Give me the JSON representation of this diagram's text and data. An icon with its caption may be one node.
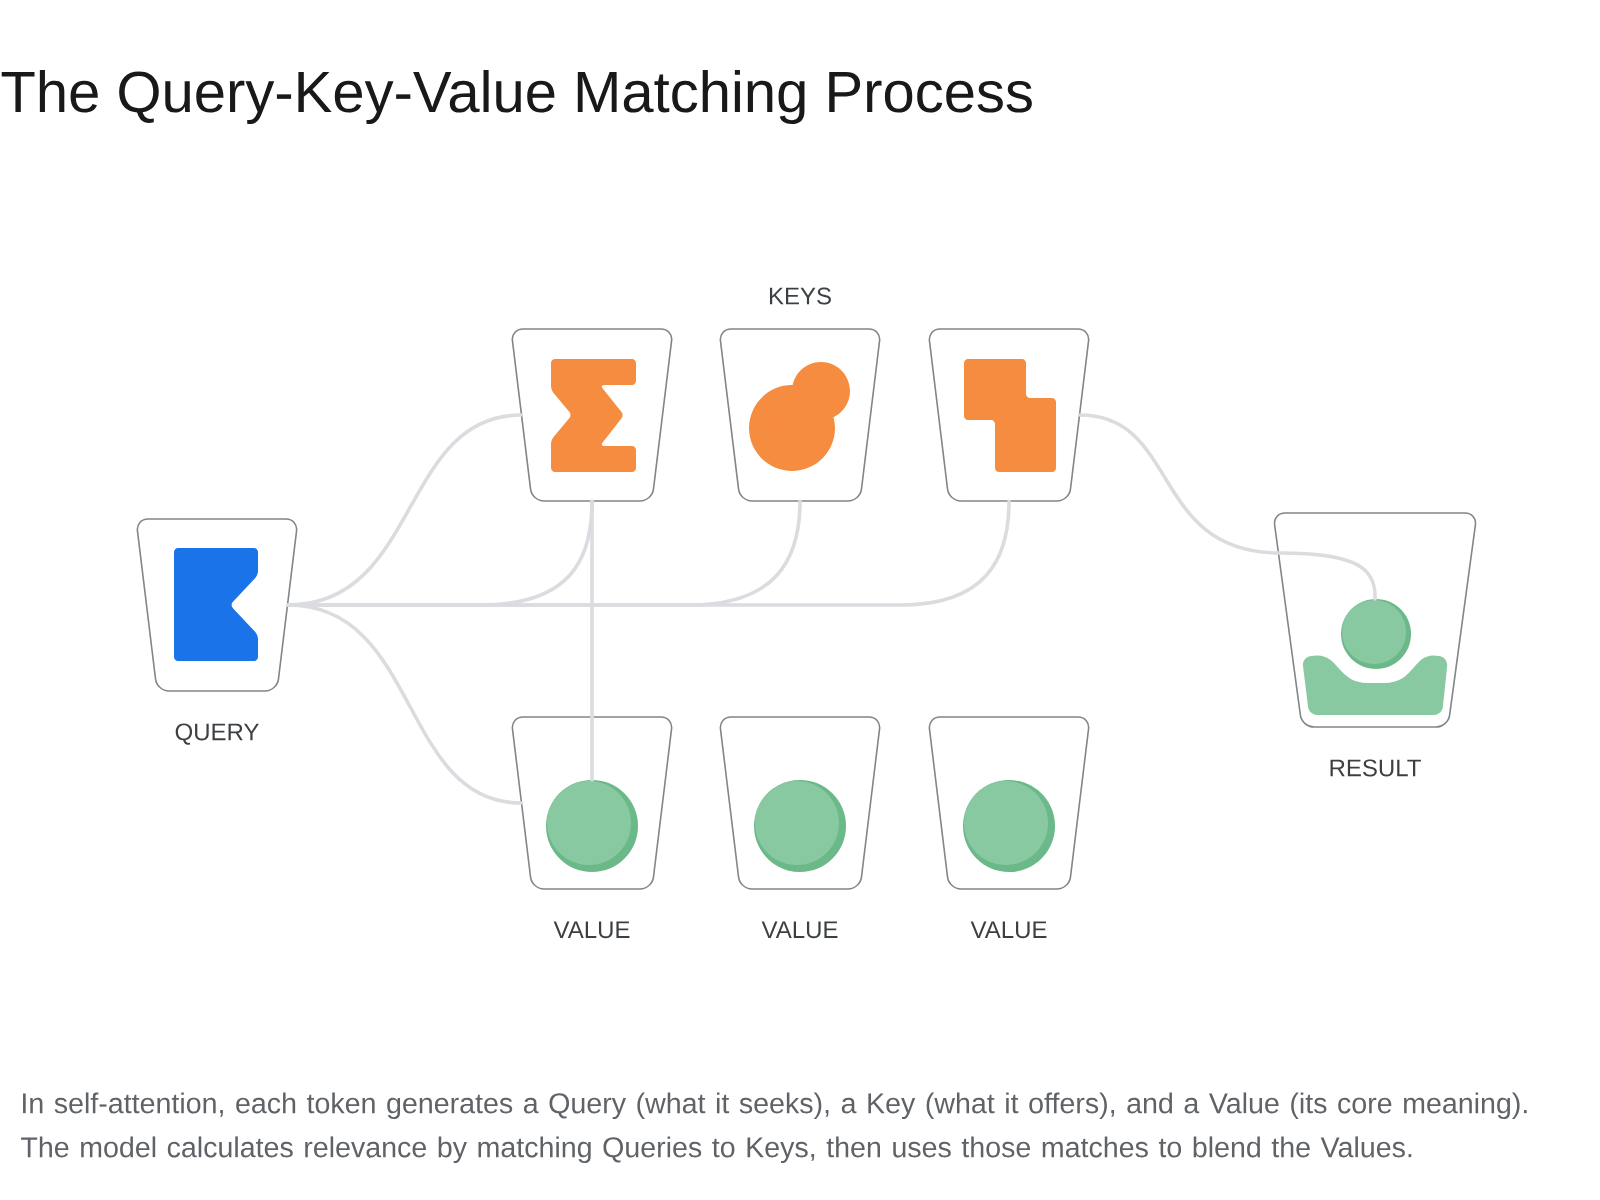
{
  "diagram": {
    "title": "The Query-Key-Value Matching Process",
    "caption": "In self-attention, each token generates a Query (what it seeks), a Key (what it offers), and a Value (its core meaning). The model calculates relevance by matching Queries to Keys, then uses those matches to blend the Values.",
    "nodes": [
      {
        "text": [
          "QUERY"
        ]
      },
      {
        "text": [],
        "shape": "cup"
      },
      {
        "text": [],
        "shape": "cup"
      },
      {
        "text": [],
        "shape": "cup"
      },
      {
        "text": [
          "VALUE"
        ]
      },
      {
        "text": [
          "VALUE"
        ]
      },
      {
        "text": [
          "VALUE"
        ]
      },
      {
        "text": [
          "RESULT"
        ]
      }
    ],
    "edges": [
      {
        "from": 0,
        "to": 1,
        "arrow": "none"
      },
      {
        "from": 0,
        "to": 1,
        "arrow": "none"
      },
      {
        "from": 0,
        "to": 2,
        "arrow": "none"
      },
      {
        "from": 0,
        "to": 3,
        "arrow": "none"
      },
      {
        "from": 0,
        "to": 4,
        "arrow": "none"
      },
      {
        "from": 1,
        "to": 4,
        "arrow": "none"
      },
      {
        "from": 3,
        "to": 7,
        "arrow": "none"
      }
    ],
    "labels": [
      "KEYS"
    ]
  }
}
